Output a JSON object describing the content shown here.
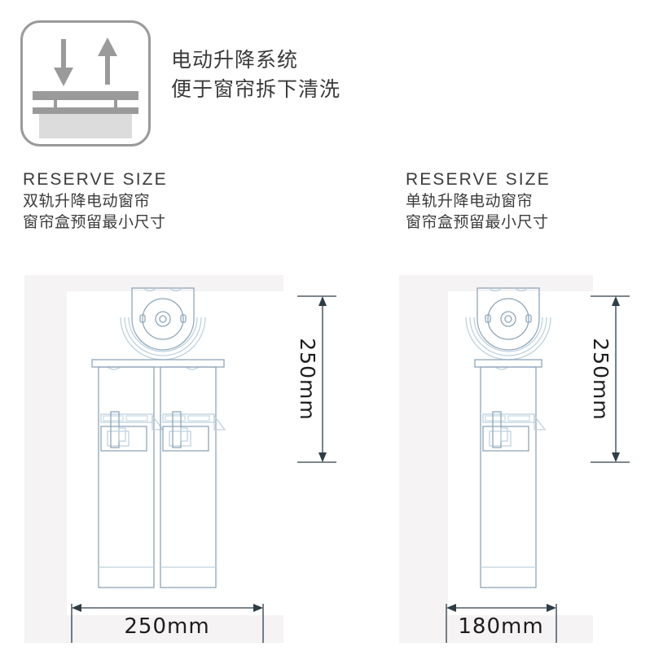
{
  "feature": {
    "icon_name": "lift-system-icon",
    "arrows": {
      "down": "down-arrow",
      "up": "up-arrow"
    },
    "line1": "电动升降系统",
    "line2": "便于窗帘拆下清洗"
  },
  "sections": [
    {
      "id": "double-rail",
      "title_en": "RESERVE SIZE",
      "title_cn_1": "双轨升降电动窗帘",
      "title_cn_2": "窗帘盒预留最小尺寸",
      "width_dimension": "250mm",
      "height_dimension": "250mm",
      "rail_count": 2
    },
    {
      "id": "single-rail",
      "title_en": "RESERVE SIZE",
      "title_cn_1": "单轨升降电动窗帘",
      "title_cn_2": "窗帘盒预留最小尺寸",
      "width_dimension": "180mm",
      "height_dimension": "250mm",
      "rail_count": 1
    }
  ],
  "colors": {
    "page_background": "#ffffff",
    "panel_background": "#f5f3f3",
    "inner_background": "#ffffff",
    "icon_stroke": "#9a9a9a",
    "icon_fill": "#d9d9d9",
    "drawing_stroke": "#a9bfd0",
    "drawing_stroke_dark": "#8fa6b8",
    "dimension_line": "#2f3d47",
    "text": "#3b3b3b",
    "dimension_text": "#1d1d1d"
  }
}
